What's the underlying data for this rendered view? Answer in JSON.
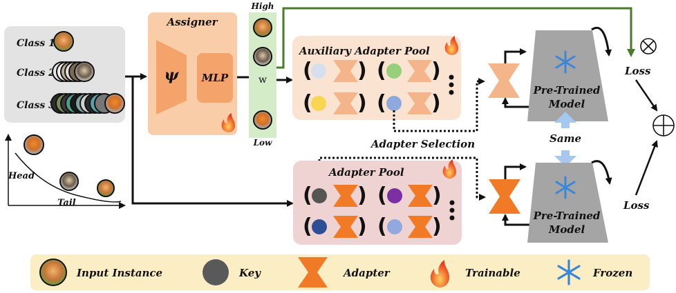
{
  "classes": {
    "class1": "Class 1",
    "class2": "Class 2",
    "class3": "Class 3"
  },
  "longtail": {
    "head": "Head",
    "tail": "Tail"
  },
  "assigner": {
    "title": "Assigner",
    "psi": "ψ",
    "mlp": "MLP"
  },
  "weight": {
    "high": "High",
    "low": "Low",
    "w": "w"
  },
  "aux_pool": {
    "title": "Auxiliary Adapter Pool"
  },
  "adapter_pool": {
    "title": "Adapter Pool"
  },
  "adapter_selection": "Adapter Selection",
  "pretrained_top": {
    "line1": "Pre-Trained",
    "line2": "Model"
  },
  "pretrained_bottom": {
    "line1": "Pre-Trained",
    "line2": "Model"
  },
  "same": "Same",
  "loss_top": "Loss",
  "loss_bottom": "Loss",
  "ops": {
    "times": "⊗",
    "plus": "⊕"
  },
  "legend": {
    "input_instance": "Input Instance",
    "key": "Key",
    "adapter": "Adapter",
    "trainable": "Trainable",
    "frozen": "Frozen"
  },
  "colors": {
    "assigner_bg": "#f9cda8",
    "assigner_inner": "#f4a36b",
    "aux_pool_bg": "#fbe3d2",
    "adapter_pool_bg": "#efd3d3",
    "adapter_dark": "#f07a25",
    "adapter_light": "#f5b58a",
    "model_gray": "#a5a5a5",
    "snow_blue": "#3a86d8",
    "weight_green": "#d5ecc8",
    "green_line": "#4a7a2a",
    "legend_bg": "#fbedc4",
    "class_bg": "#e3e3e3",
    "key_gray": "#595959"
  },
  "aux_keys": [
    "#d6dfee",
    "#97d07a",
    "#f9d64f",
    "#8eaadc"
  ],
  "pool_keys": [
    "#555555",
    "#7a2fa3",
    "#2e4f96",
    "#92a9e0"
  ]
}
